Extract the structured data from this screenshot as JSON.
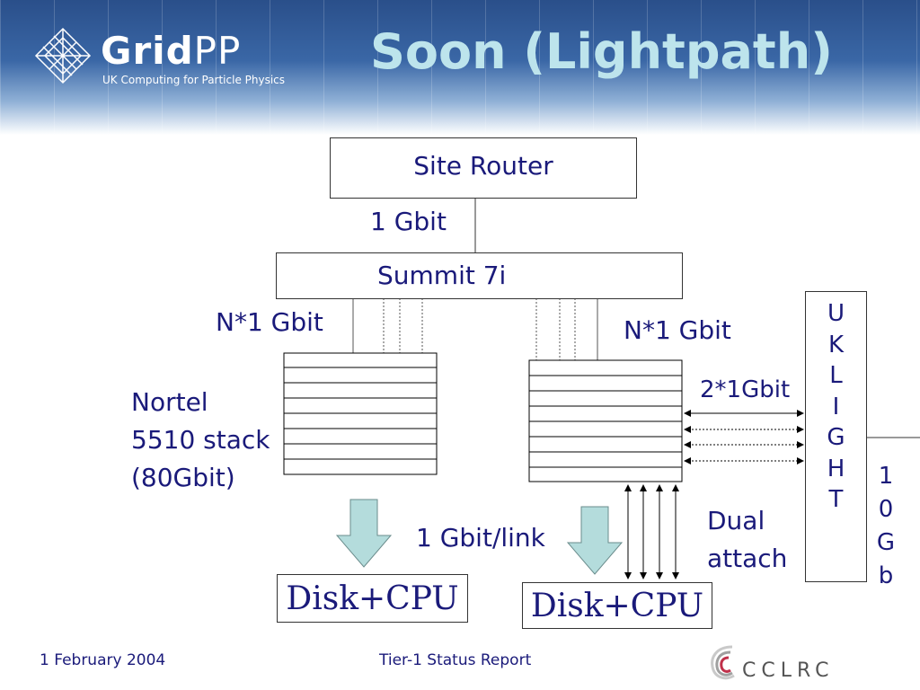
{
  "header": {
    "logo_grid": "Grid",
    "logo_pp": "PP",
    "logo_subtitle": "UK Computing for Particle Physics",
    "title": "Soon (Lightpath)"
  },
  "diagram": {
    "site_router": "Site Router",
    "link_1gbit": "1 Gbit",
    "summit": "Summit 7i",
    "left_uplink": "N*1 Gbit",
    "right_uplink": "N*1 Gbit",
    "nortel_line1": "Nortel",
    "nortel_line2": "5510 stack",
    "nortel_line3": "(80Gbit)",
    "link_2x1gbit": "2*1Gbit",
    "per_link": "1 Gbit/link",
    "dual_line1": "Dual",
    "dual_line2": "attach",
    "disk_left": "Disk+CPU",
    "disk_right": "Disk+CPU",
    "uklight_letters": [
      "U",
      "K",
      "L",
      "I",
      "G",
      "H",
      "T"
    ],
    "tengb_letters": [
      "1",
      "0",
      "G",
      "b"
    ]
  },
  "footer": {
    "date": "1 February 2004",
    "report": "Tier-1 Status Report",
    "org": "CCLRC"
  },
  "colors": {
    "text": "#1a1a7a",
    "arrow_fill": "#b4dcdc",
    "banner": "#2a4f8a"
  }
}
